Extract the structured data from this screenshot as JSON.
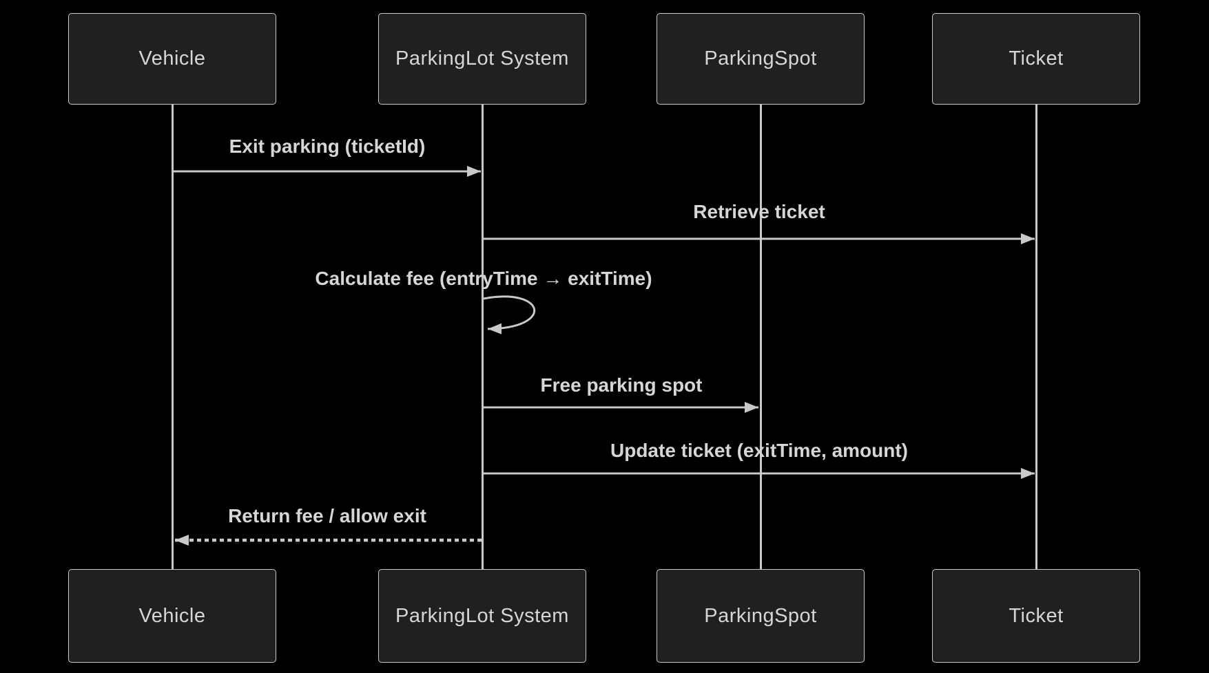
{
  "diagram_type": "sequence",
  "actors": [
    {
      "name": "Vehicle"
    },
    {
      "name": "ParkingLot System"
    },
    {
      "name": "ParkingSpot"
    },
    {
      "name": "Ticket"
    }
  ],
  "messages": [
    {
      "from": "Vehicle",
      "to": "ParkingLot System",
      "label": "Exit parking (ticketId)",
      "line": "solid"
    },
    {
      "from": "ParkingLot System",
      "to": "Ticket",
      "label": "Retrieve ticket",
      "line": "solid"
    },
    {
      "from": "ParkingLot System",
      "to": "ParkingLot System",
      "label": "Calculate fee (entryTime → exitTime)",
      "line": "self-loop"
    },
    {
      "from": "ParkingLot System",
      "to": "ParkingSpot",
      "label": "Free parking spot",
      "line": "solid"
    },
    {
      "from": "ParkingLot System",
      "to": "Ticket",
      "label": "Update ticket (exitTime, amount)",
      "line": "solid"
    },
    {
      "from": "ParkingLot System",
      "to": "Vehicle",
      "label": "Return fee / allow exit",
      "line": "dashed"
    }
  ],
  "colors": {
    "background": "#000000",
    "actor_fill": "#1f2121",
    "actor_border": "#c9c9c9",
    "line": "#c9c9c9",
    "text": "#d6d6d6"
  }
}
